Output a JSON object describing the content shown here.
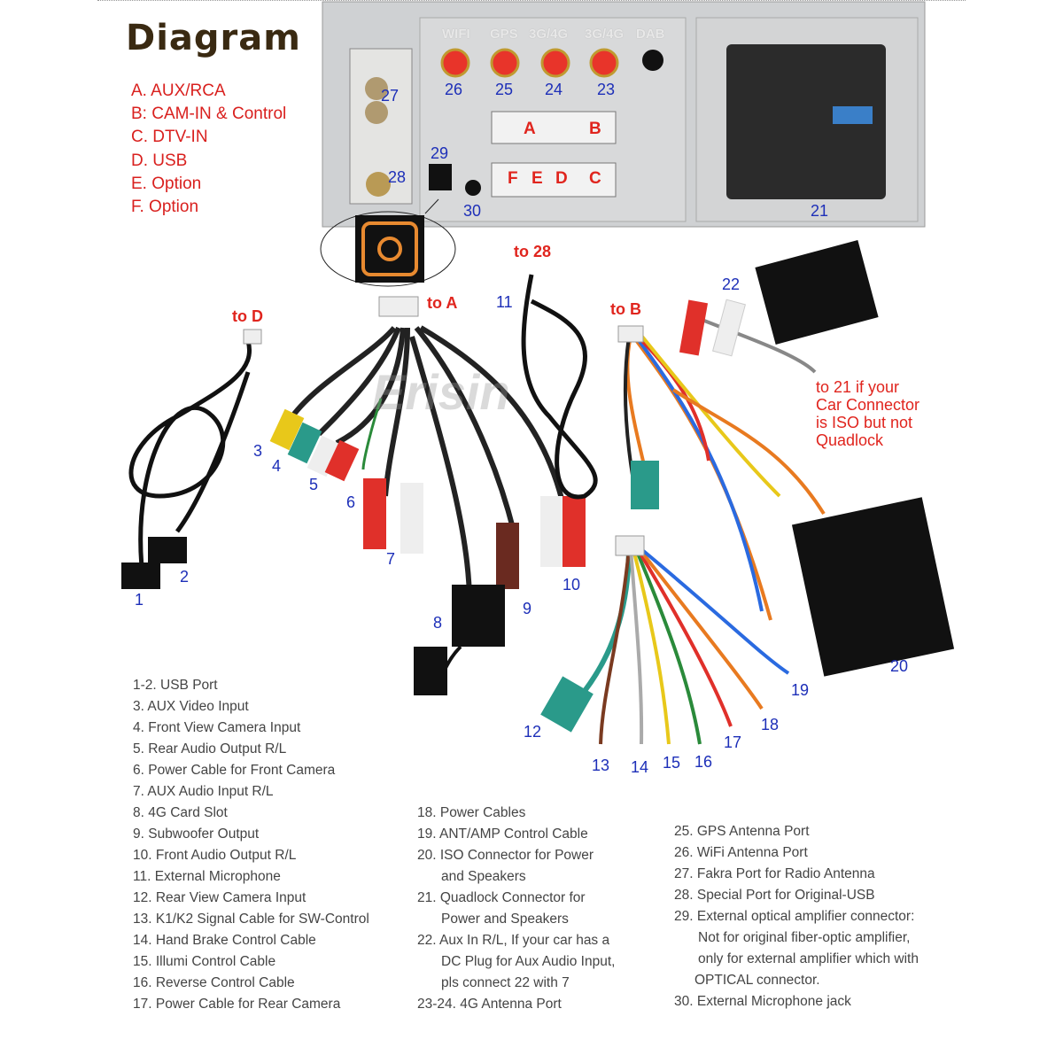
{
  "title": "Diagram",
  "legend": [
    "A. AUX/RCA",
    "B: CAM-IN & Control",
    "C. DTV-IN",
    "D. USB",
    "E. Option",
    "F. Option"
  ],
  "port_labels": [
    "WIFI",
    "GPS",
    "3G/4G",
    "3G/4G",
    "DAB"
  ],
  "connector_letters": {
    "a": "A",
    "b": "B",
    "f": "F",
    "e": "E",
    "d": "D",
    "c": "C"
  },
  "unit_numbers": {
    "n26": "26",
    "n25": "25",
    "n24": "24",
    "n23": "23",
    "n27": "27",
    "n29": "29",
    "n28": "28",
    "n30": "30",
    "n21": "21"
  },
  "callouts": {
    "to_d": "to D",
    "to_a": "to A",
    "to_28": "to 28",
    "to_b": "to B",
    "iso_note": [
      "to 21 if your",
      "Car Connector",
      "is ISO but not",
      "Quadlock"
    ]
  },
  "cable_numbers": {
    "n1": "1",
    "n2": "2",
    "n3": "3",
    "n4": "4",
    "n5": "5",
    "n6": "6",
    "n7": "7",
    "n8": "8",
    "n9": "9",
    "n10": "10",
    "n11": "11",
    "n12": "12",
    "n13": "13",
    "n14": "14",
    "n15": "15",
    "n16": "16",
    "n17": "17",
    "n18": "18",
    "n19": "19",
    "n20": "20",
    "n22": "22"
  },
  "watermark": "Erisin",
  "descriptions_col1": [
    "1-2. USB Port",
    "3. AUX Video Input",
    "4. Front View Camera Input",
    "5. Rear Audio Output R/L",
    "6. Power Cable for Front Camera",
    "7. AUX Audio Input R/L",
    "8. 4G Card Slot",
    "9. Subwoofer Output",
    "10. Front Audio Output R/L",
    "11. External Microphone",
    "12. Rear View Camera Input",
    "13. K1/K2 Signal Cable for SW-Control",
    "14. Hand Brake Control Cable",
    "15. Illumi Control Cable",
    "16. Reverse Control Cable",
    "17. Power Cable for Rear Camera"
  ],
  "descriptions_col2": [
    "18. Power Cables",
    "19. ANT/AMP Control Cable",
    "20. ISO Connector for Power",
    "and Speakers",
    "21. Quadlock Connector for",
    "Power and Speakers",
    "22. Aux In R/L, If your car has a",
    "DC Plug for Aux Audio Input,",
    "pls connect 22 with 7",
    "23-24. 4G Antenna Port"
  ],
  "descriptions_col3": [
    "25. GPS Antenna Port",
    "26. WiFi Antenna Port",
    "27. Fakra Port for Radio Antenna",
    "28. Special Port for Original-USB",
    "29. External optical amplifier connector:",
    "Not for original fiber-optic amplifier,",
    "only for external amplifier which with",
    "OPTICAL connector.",
    "30. External Microphone jack"
  ]
}
